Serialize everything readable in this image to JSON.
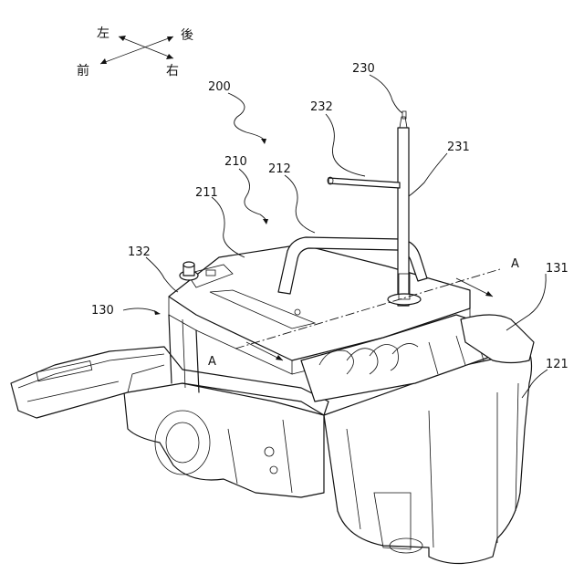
{
  "directions": {
    "left": "左",
    "back": "後",
    "front": "前",
    "right": "右"
  },
  "labels": {
    "l200": "200",
    "l210": "210",
    "l211": "211",
    "l212": "212",
    "l230": "230",
    "l231": "231",
    "l232": "232",
    "l130": "130",
    "l131": "131",
    "l132": "132",
    "l121": "121",
    "sectionA1": "A",
    "sectionA2": "A"
  }
}
